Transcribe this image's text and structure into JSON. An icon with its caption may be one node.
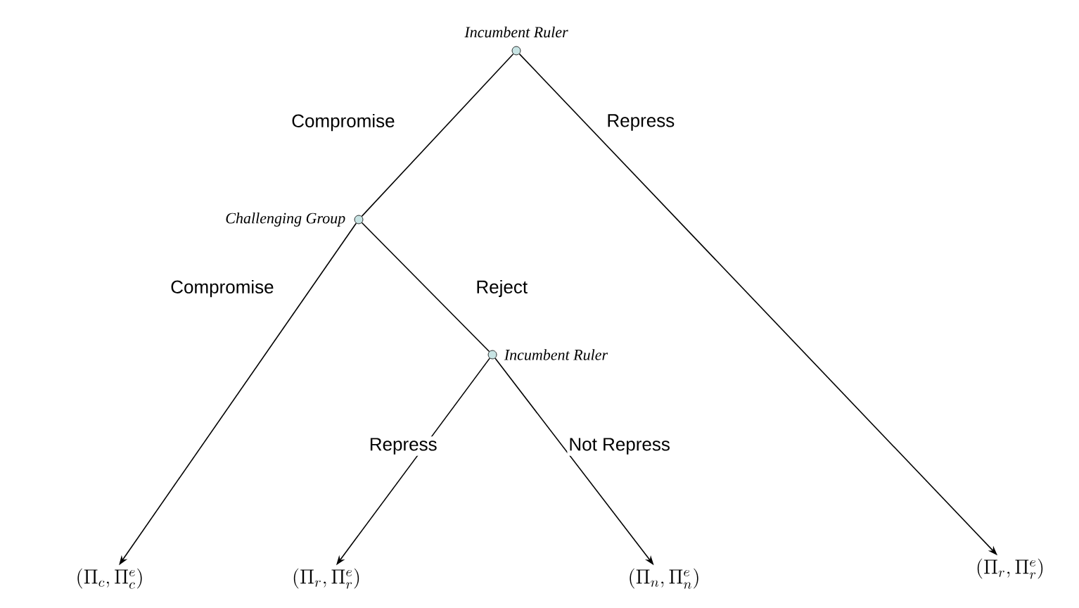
{
  "diagram": {
    "nodes": [
      {
        "text": [
          "Incumbent Ruler"
        ]
      },
      {
        "text": [
          "Challenging Group"
        ]
      },
      {
        "text": [
          "Incumbent Ruler"
        ]
      },
      {
        "text": [
          "(\\Pi_c, \\Pi^e_c)"
        ]
      },
      {
        "text": [
          "(\\Pi_r, \\Pi^e_r)"
        ]
      },
      {
        "text": [
          "(\\Pi_n, \\Pi^e_n)"
        ]
      },
      {
        "text": [
          "(\\Pi_r, \\Pi^e_r)"
        ]
      }
    ],
    "edges": [
      {
        "from": 0,
        "to": 1,
        "arrow": "none",
        "label": "Compromise"
      },
      {
        "from": 0,
        "to": 6,
        "arrow": "to",
        "label": "Repress"
      },
      {
        "from": 1,
        "to": 3,
        "arrow": "to",
        "label": "Compromise"
      },
      {
        "from": 1,
        "to": 2,
        "arrow": "none",
        "label": "Reject"
      },
      {
        "from": 2,
        "to": 4,
        "arrow": "to",
        "label": "Repress"
      },
      {
        "from": 2,
        "to": 5,
        "arrow": "to",
        "label": "Not Repress"
      }
    ]
  }
}
